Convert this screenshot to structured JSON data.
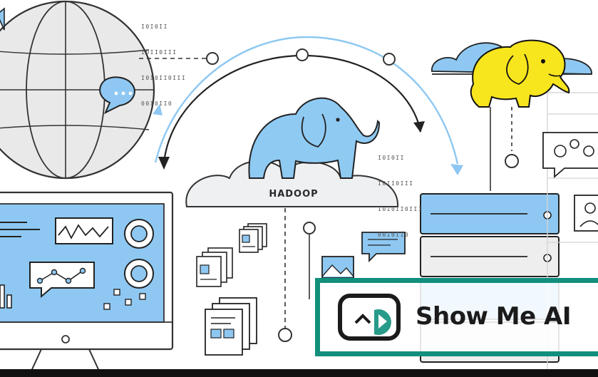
{
  "illustration": {
    "hadoop_label": "HADOOP",
    "binary_blocks": [
      [
        "I0I0II",
        "I0II0III",
        "I0I0II0III",
        "00I0II0"
      ],
      [
        "I0I0II",
        "I0II0III",
        "I0I0II0III",
        "00I0II0"
      ]
    ]
  },
  "watermark": {
    "brand_text": "Show Me AI"
  },
  "colors": {
    "accent_blue": "#8ec8f2",
    "elephant_blue": "#8fcaf3",
    "hadoop_yellow": "#f7e51d",
    "outline": "#2a2a2a",
    "watermark_green": "#118f7c"
  }
}
